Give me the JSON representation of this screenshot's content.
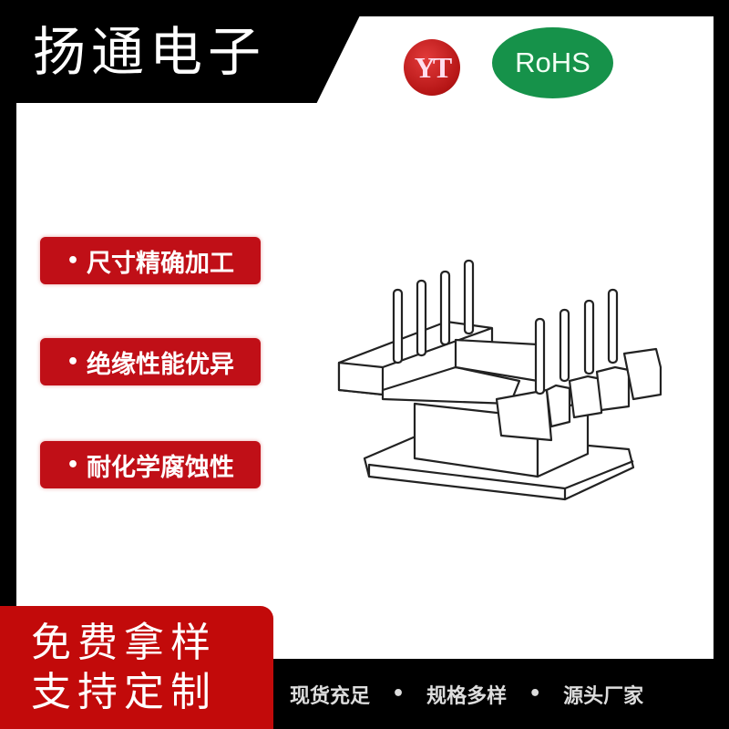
{
  "header": {
    "brand": "扬通电子",
    "logo_text": "YT",
    "badge": "RoHS",
    "colors": {
      "logo": "#c21b1b",
      "badge": "#16924a"
    }
  },
  "features": [
    {
      "bullet": "•",
      "label": "尺寸精确加工"
    },
    {
      "bullet": "•",
      "label": "绝缘性能优异"
    },
    {
      "bullet": "•",
      "label": "耐化学腐蚀性"
    }
  ],
  "product": {
    "description": "transformer-bobbin-line-drawing"
  },
  "cta": {
    "line1": "免费拿样",
    "line2": "支持定制",
    "color": "#c20a0a"
  },
  "bottom_bar": {
    "items": [
      "现货充足",
      "规格多样",
      "源头厂家"
    ],
    "separator": "•"
  }
}
